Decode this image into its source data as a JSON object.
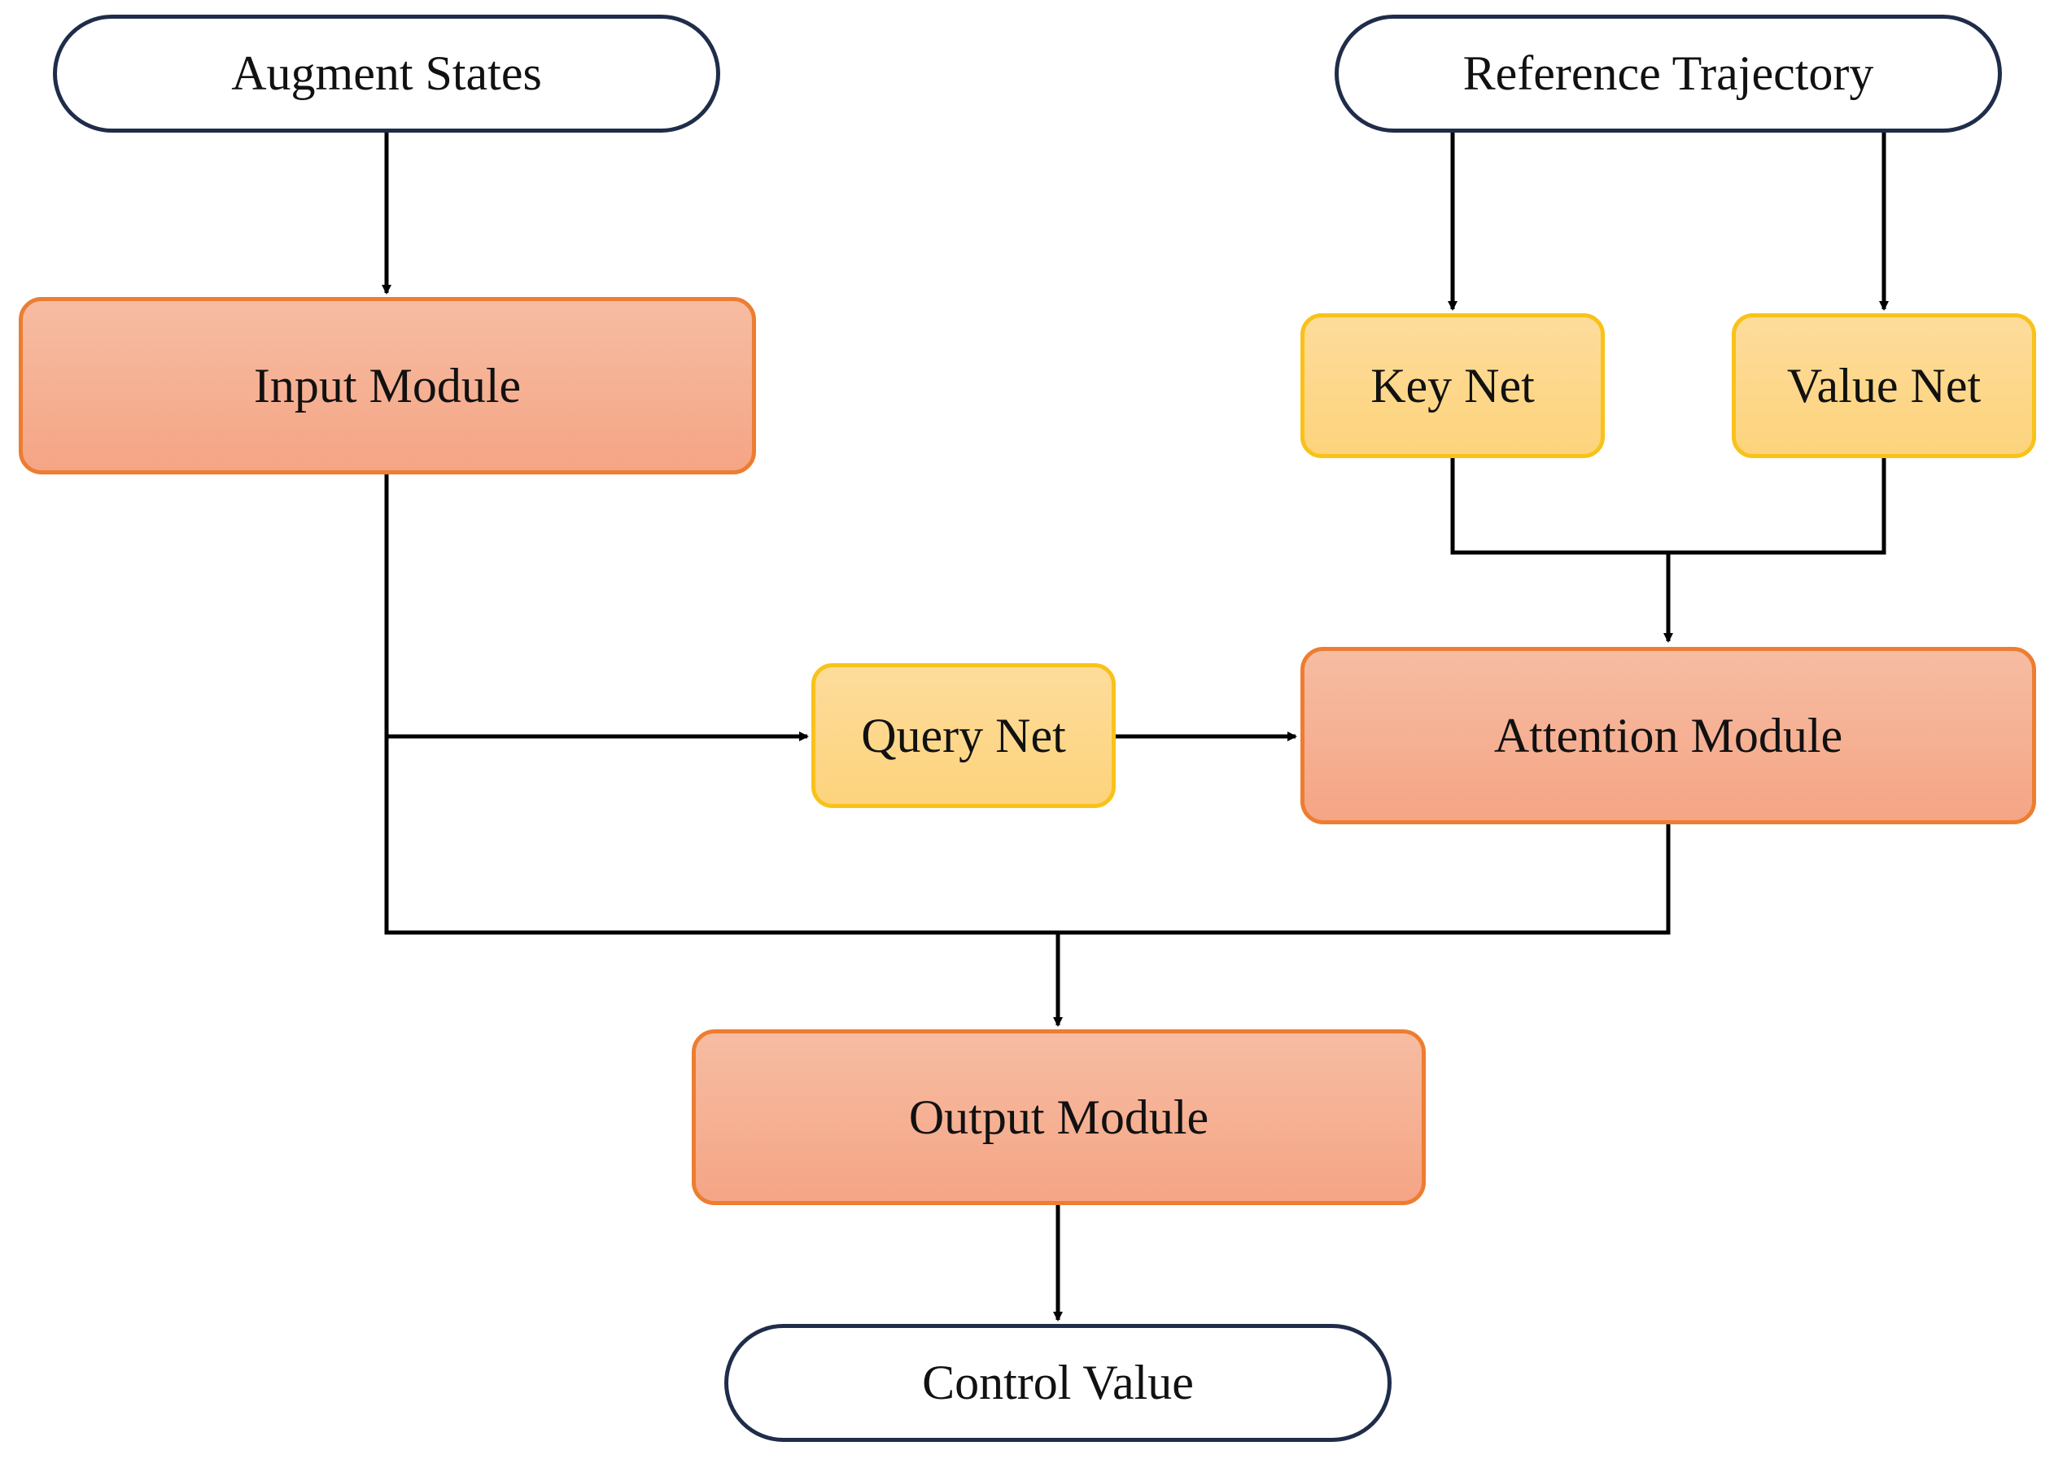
{
  "nodes": {
    "augment_states": "Augment States",
    "reference_trajectory": "Reference Trajectory",
    "input_module": "Input Module",
    "key_net": "Key Net",
    "value_net": "Value Net",
    "query_net": "Query Net",
    "attention_module": "Attention Module",
    "output_module": "Output Module",
    "control_value": "Control Value"
  },
  "colors": {
    "terminal_border": "#1f2d4a",
    "module_fill": "#f6b193",
    "module_border": "#ed7d31",
    "net_fill": "#fdd88c",
    "net_border": "#f9c219",
    "edge": "#000000"
  }
}
